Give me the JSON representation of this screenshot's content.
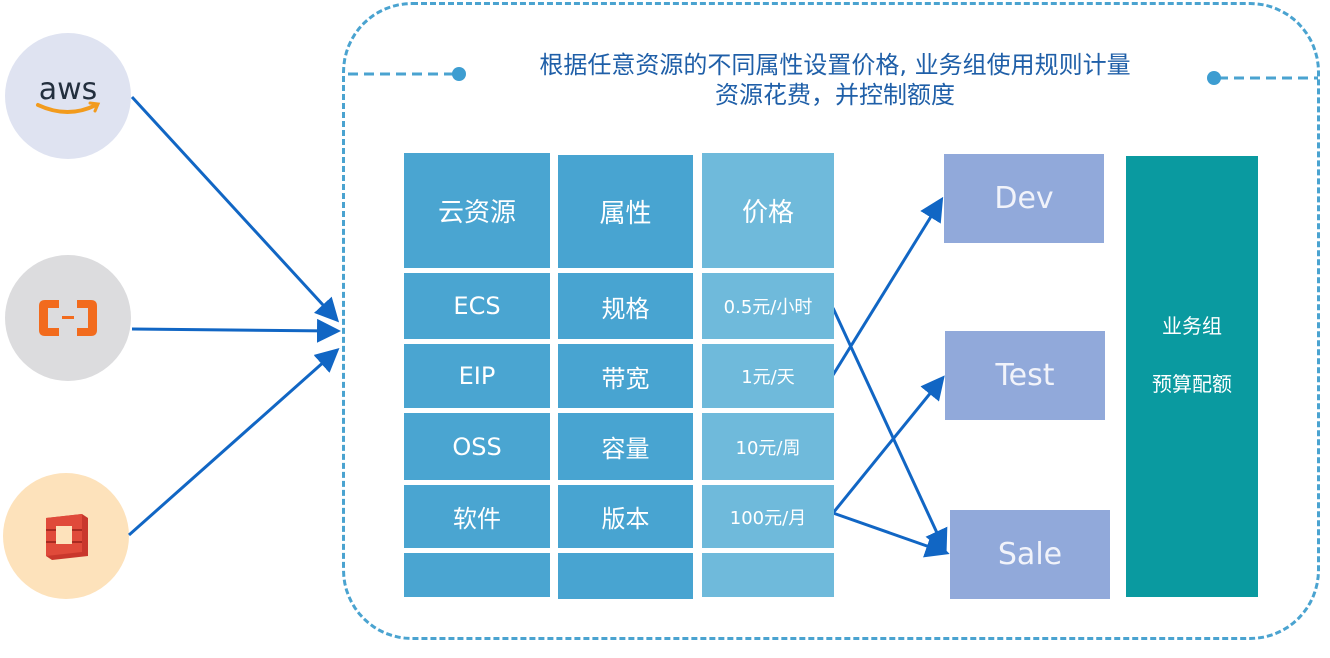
{
  "providers": [
    {
      "name": "AWS",
      "logo_text": "aws",
      "bg": "#dfe3f1"
    },
    {
      "name": "Alibaba Cloud",
      "logo_text": "[-]",
      "bg": "#dcdcde"
    },
    {
      "name": "OpenStack",
      "logo_text": "",
      "bg": "#fde2bb"
    }
  ],
  "heading": {
    "line1": "根据任意资源的不同属性设置价格, 业务组使用规则计量",
    "line2": "资源花费，并控制额度"
  },
  "table": {
    "headers": [
      "云资源",
      "属性",
      "价格"
    ],
    "rows": [
      {
        "resource": "ECS",
        "attribute": "规格",
        "price": "0.5元/小时"
      },
      {
        "resource": "EIP",
        "attribute": "带宽",
        "price": "1元/天"
      },
      {
        "resource": "OSS",
        "attribute": "容量",
        "price": "10元/周"
      },
      {
        "resource": "软件",
        "attribute": "版本",
        "price": "100元/月"
      },
      {
        "resource": "",
        "attribute": "",
        "price": ""
      }
    ]
  },
  "groups": [
    "Dev",
    "Test",
    "Sale"
  ],
  "budget": {
    "line1": "业务组",
    "line2": "预算配额"
  },
  "colors": {
    "arrow": "#1166c4",
    "frame": "#4aa3d0",
    "heading": "#1f5fa8",
    "group_box": "#91a9da",
    "budget_box": "#0a9aa0"
  }
}
